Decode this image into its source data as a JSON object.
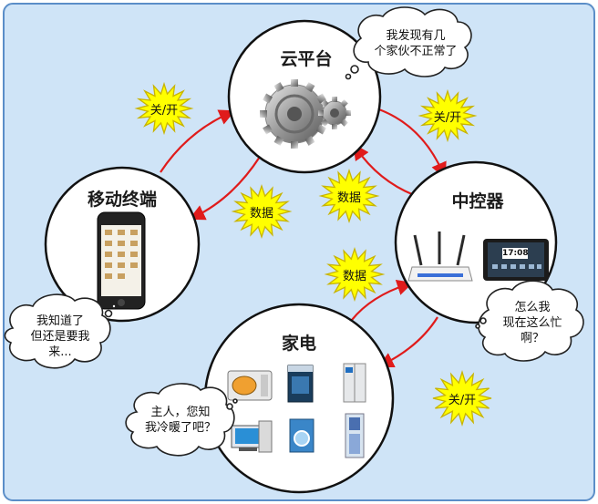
{
  "nodes": {
    "cloud": "云平台",
    "mobile": "移动终端",
    "controller": "中控器",
    "appliances": "家电"
  },
  "bubbles": {
    "cloud_top": [
      "我发现有几",
      "个家伙不正常了"
    ],
    "mobile": [
      "我知道了",
      "但还是要我",
      "来..."
    ],
    "controller": [
      "怎么我",
      "现在这么忙",
      "啊？"
    ],
    "appliances": [
      "主人，您知",
      "我冷暖了吧？"
    ]
  },
  "starbursts": {
    "onoff_left": "关/开",
    "data_left": "数据",
    "onoff_right": "关/开",
    "data_mid": "数据",
    "data_lower": "数据",
    "onoff_bottom": "关/开"
  },
  "phone": {
    "time": "17:08"
  },
  "colors": {
    "background": "#cfe4f7",
    "border": "#5b8ec8",
    "arrow": "#e01b1b",
    "star": "#ffff00",
    "star_stroke": "#c8b400"
  }
}
